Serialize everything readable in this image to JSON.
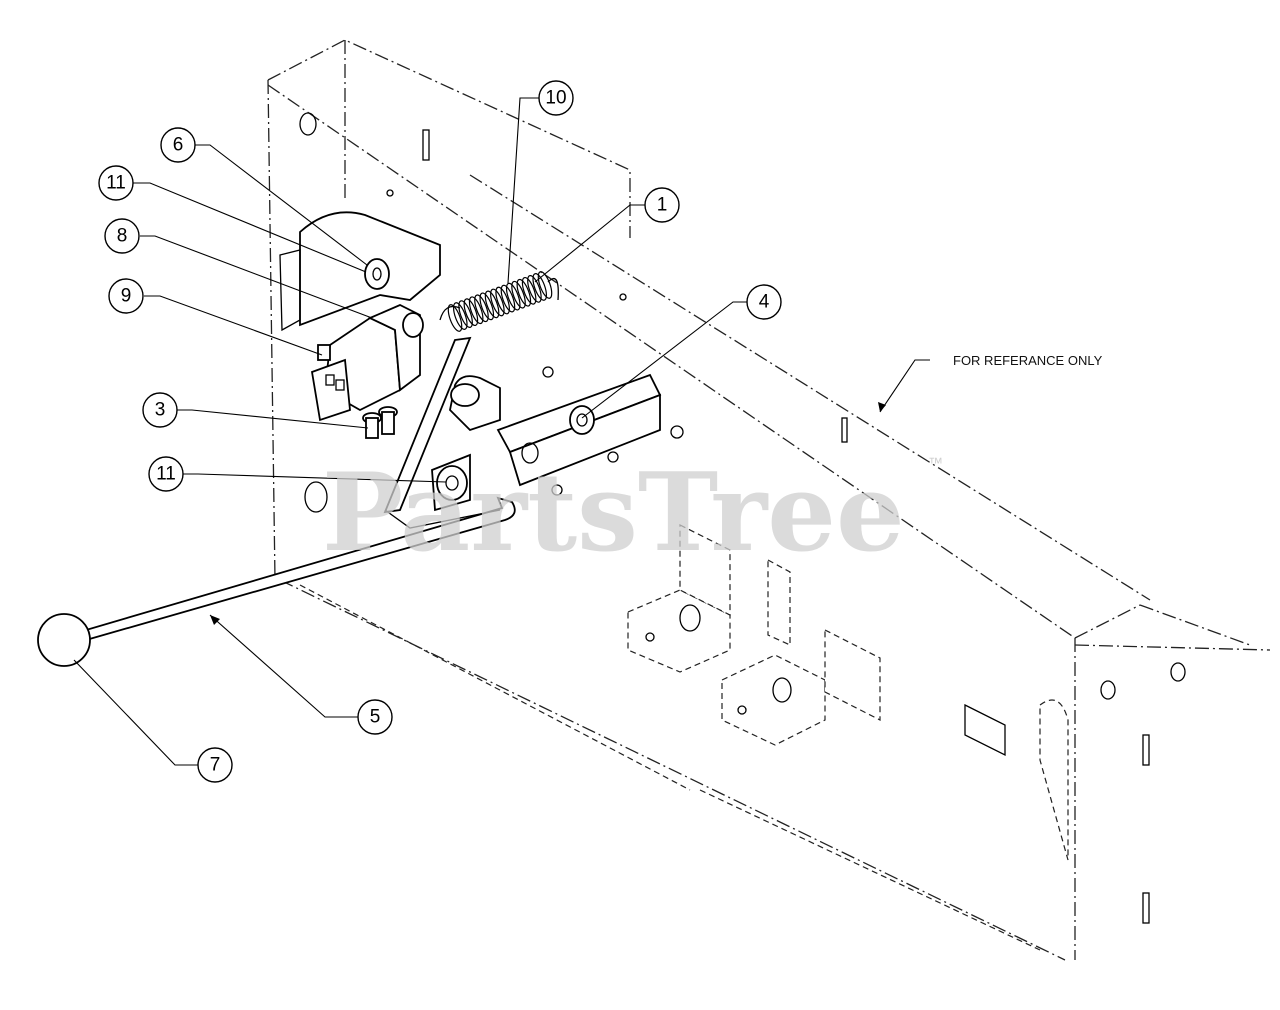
{
  "diagram": {
    "reference_note": "FOR REFERANCE ONLY",
    "watermark_brand": "PartsTree",
    "watermark_mark": "™",
    "callouts": [
      {
        "id": "c1",
        "label": "1"
      },
      {
        "id": "c3",
        "label": "3"
      },
      {
        "id": "c4",
        "label": "4"
      },
      {
        "id": "c5",
        "label": "5"
      },
      {
        "id": "c6",
        "label": "6"
      },
      {
        "id": "c7",
        "label": "7"
      },
      {
        "id": "c8",
        "label": "8"
      },
      {
        "id": "c9",
        "label": "9"
      },
      {
        "id": "c10",
        "label": "10"
      },
      {
        "id": "c11a",
        "label": "11"
      },
      {
        "id": "c11b",
        "label": "11"
      }
    ]
  }
}
